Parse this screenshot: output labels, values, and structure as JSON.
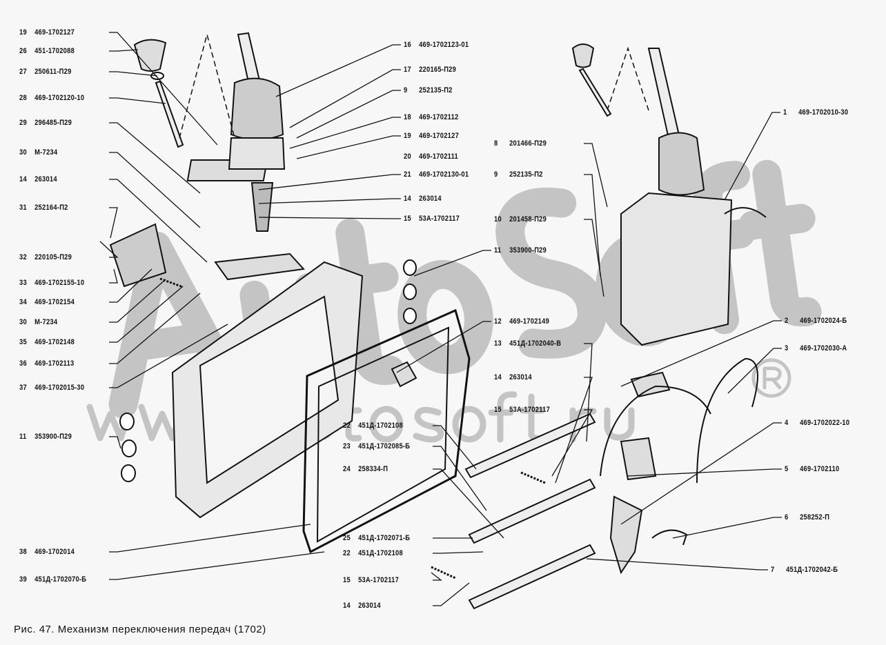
{
  "caption": "Рис. 47. Механизм переключения передач (1702)",
  "watermark": {
    "brand": "AutoSoft",
    "url": "www.autosoft.ru",
    "mark": "®"
  },
  "labels": [
    {
      "num": "19",
      "code": "469-1702127"
    },
    {
      "num": "26",
      "code": "451-1702088"
    },
    {
      "num": "27",
      "code": "250611-П29"
    },
    {
      "num": "28",
      "code": "469-1702120-10"
    },
    {
      "num": "29",
      "code": "296485-П29"
    },
    {
      "num": "30",
      "code": "М-7234"
    },
    {
      "num": "14",
      "code": "263014"
    },
    {
      "num": "31",
      "code": "252164-П2"
    },
    {
      "num": "32",
      "code": "220105-П29"
    },
    {
      "num": "33",
      "code": "469-1702155-10"
    },
    {
      "num": "34",
      "code": "469-1702154"
    },
    {
      "num": "30",
      "code": "М-7234"
    },
    {
      "num": "35",
      "code": "469-1702148"
    },
    {
      "num": "36",
      "code": "469-1702113"
    },
    {
      "num": "37",
      "code": "469-1702015-30"
    },
    {
      "num": "11",
      "code": "353900-П29"
    },
    {
      "num": "38",
      "code": "469-1702014"
    },
    {
      "num": "39",
      "code": "451Д-1702070-Б"
    },
    {
      "num": "16",
      "code": "469-1702123-01"
    },
    {
      "num": "17",
      "code": "220165-П29"
    },
    {
      "num": "9",
      "code": "252135-П2"
    },
    {
      "num": "18",
      "code": "469-1702112"
    },
    {
      "num": "19",
      "code": "469-1702127"
    },
    {
      "num": "20",
      "code": "469-1702111"
    },
    {
      "num": "21",
      "code": "469-1702130-01"
    },
    {
      "num": "14",
      "code": "263014"
    },
    {
      "num": "15",
      "code": "53А-1702117"
    },
    {
      "num": "8",
      "code": "201466-П29"
    },
    {
      "num": "9",
      "code": "252135-П2"
    },
    {
      "num": "10",
      "code": "201458-П29"
    },
    {
      "num": "11",
      "code": "353900-П29"
    },
    {
      "num": "1",
      "code": "469-1702010-30"
    },
    {
      "num": "12",
      "code": "469-1702149"
    },
    {
      "num": "13",
      "code": "451Д-1702040-В"
    },
    {
      "num": "14",
      "code": "263014"
    },
    {
      "num": "15",
      "code": "53А-1702117"
    },
    {
      "num": "22",
      "code": "451Д-1702108"
    },
    {
      "num": "23",
      "code": "451Д-1702085-Б"
    },
    {
      "num": "24",
      "code": "258334-П"
    },
    {
      "num": "25",
      "code": "451Д-1702071-Б"
    },
    {
      "num": "22",
      "code": "451Д-1702108"
    },
    {
      "num": "15",
      "code": "53А-1702117"
    },
    {
      "num": "14",
      "code": "263014"
    },
    {
      "num": "2",
      "code": "469-1702024-Б"
    },
    {
      "num": "3",
      "code": "469-1702030-А"
    },
    {
      "num": "4",
      "code": "469-1702022-10"
    },
    {
      "num": "5",
      "code": "469-1702110"
    },
    {
      "num": "6",
      "code": "258252-П"
    },
    {
      "num": "7",
      "code": "451Д-1702042-Б"
    }
  ]
}
